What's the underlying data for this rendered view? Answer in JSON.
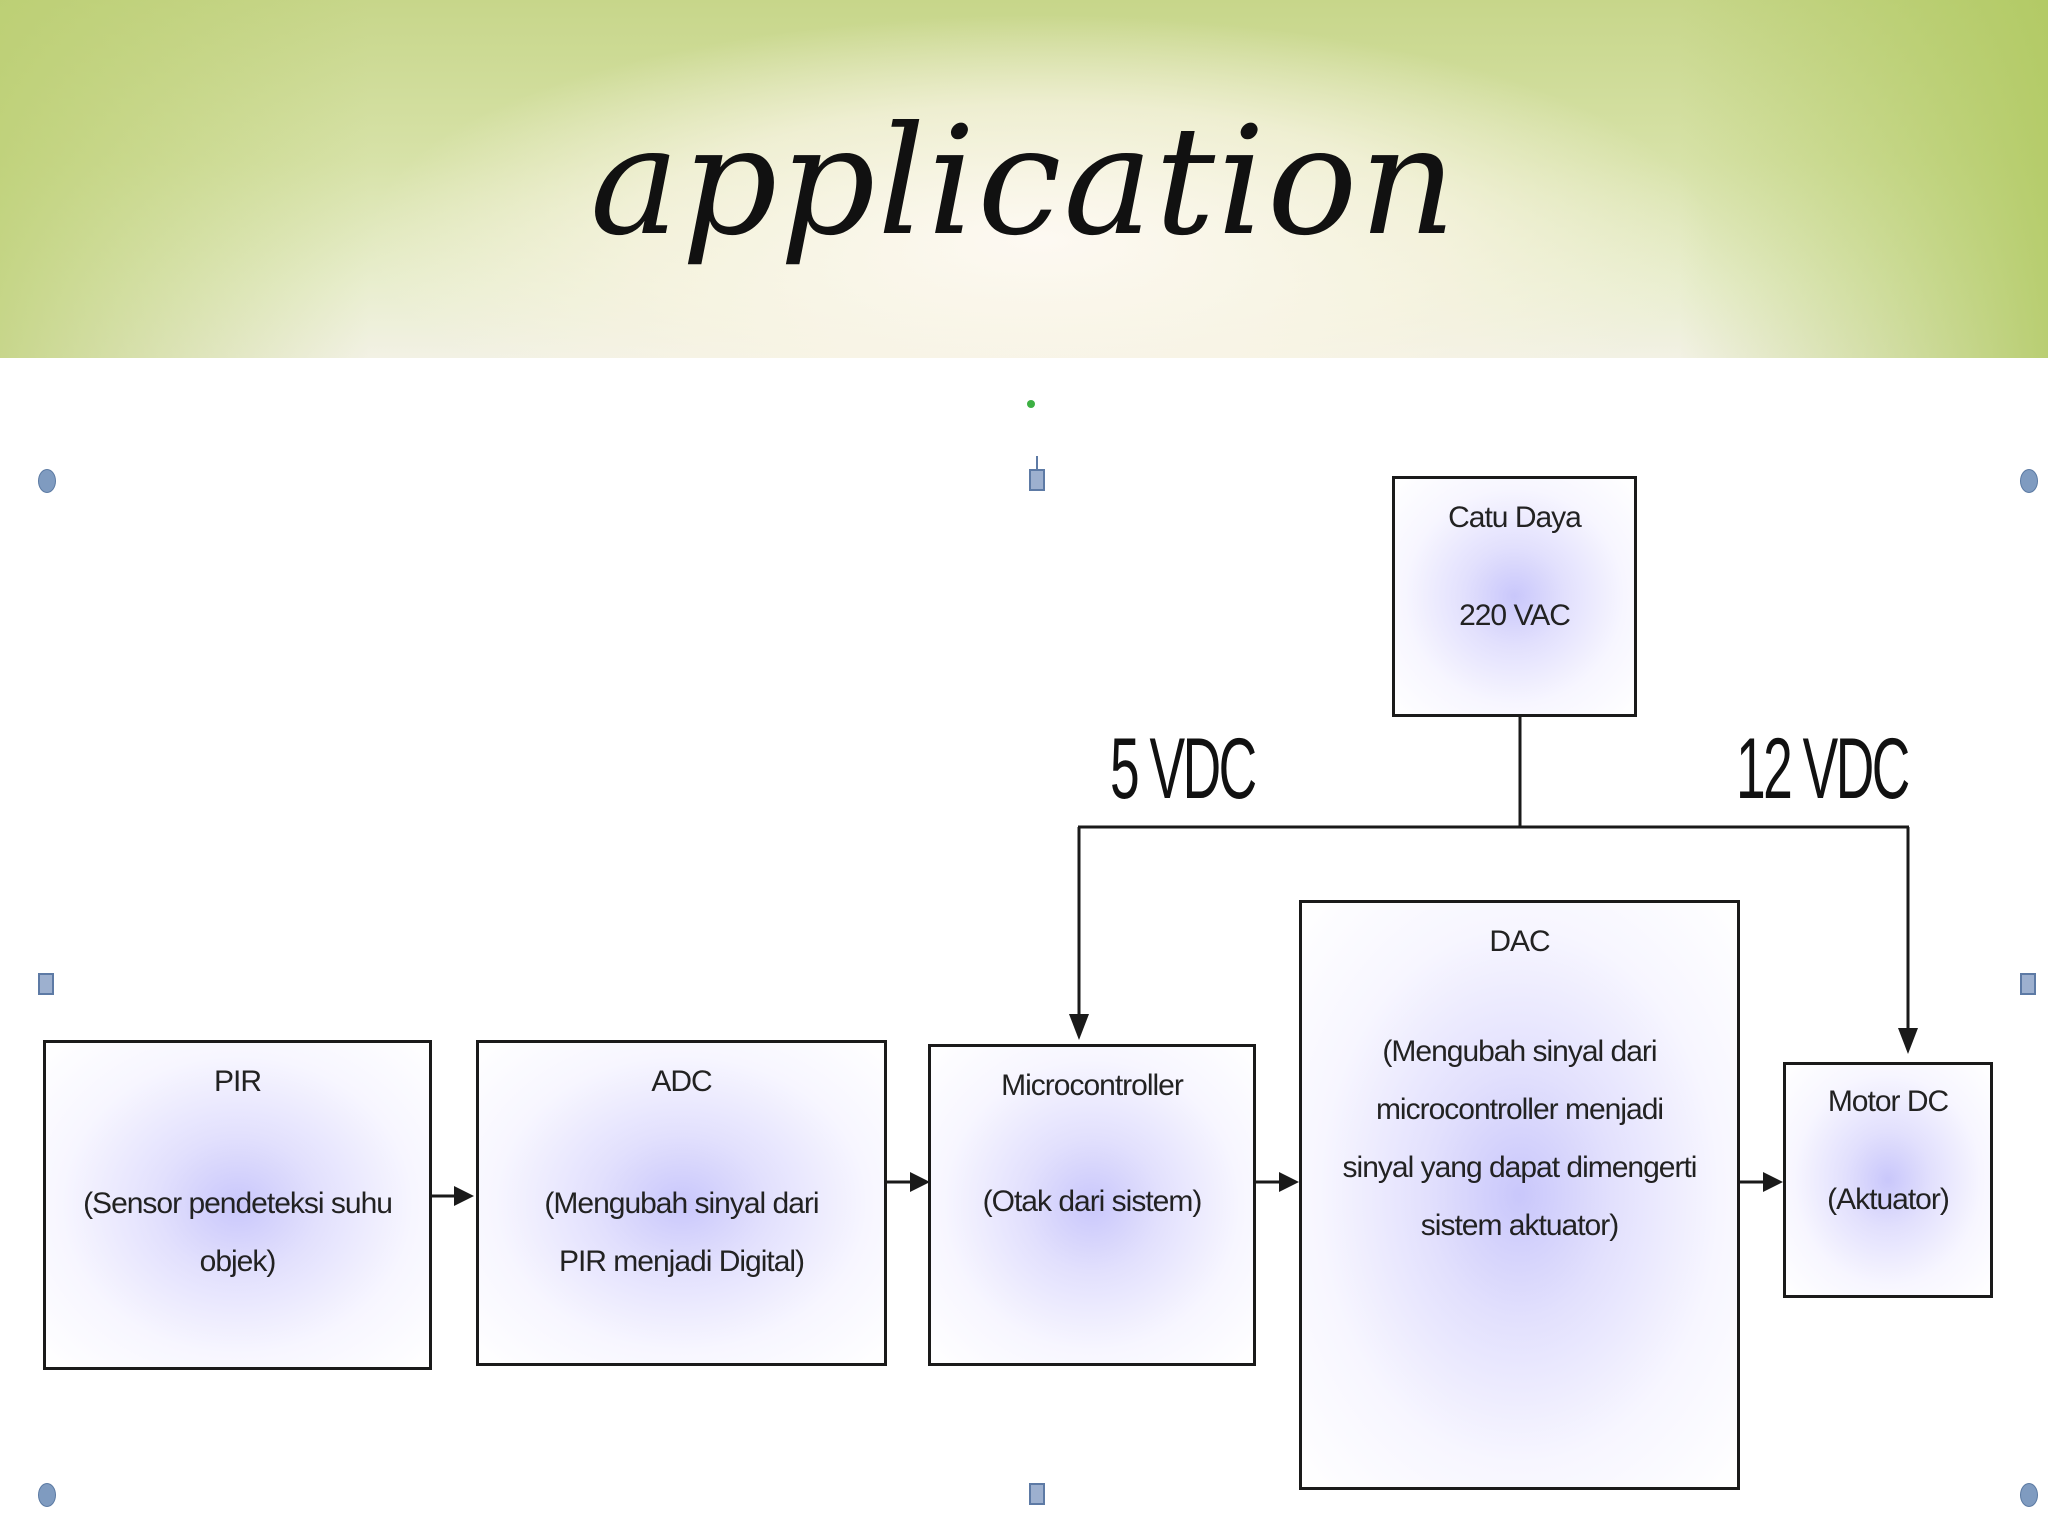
{
  "slide": {
    "title": "application"
  },
  "diagram": {
    "blocks": {
      "pir": {
        "title": "PIR",
        "desc": "(Sensor pendeteksi suhu objek)"
      },
      "adc": {
        "title": "ADC",
        "desc": "(Mengubah sinyal dari PIR menjadi Digital)"
      },
      "mcu": {
        "title": "Microcontroller",
        "desc": "(Otak dari sistem)"
      },
      "dac": {
        "title": "DAC",
        "desc": "(Mengubah sinyal dari microcontroller menjadi sinyal yang dapat dimengerti sistem aktuator)"
      },
      "motor": {
        "title": "Motor DC",
        "desc": "(Aktuator)"
      },
      "power": {
        "title": "Catu Daya",
        "desc": "220 VAC"
      }
    },
    "labels": {
      "five_vdc": "5 VDC",
      "twelve_vdc": "12 VDC"
    }
  },
  "colors": {
    "box_fill_center": "#c9c7fb",
    "line": "#1a1a1a",
    "handle": "#7f9bc0"
  }
}
